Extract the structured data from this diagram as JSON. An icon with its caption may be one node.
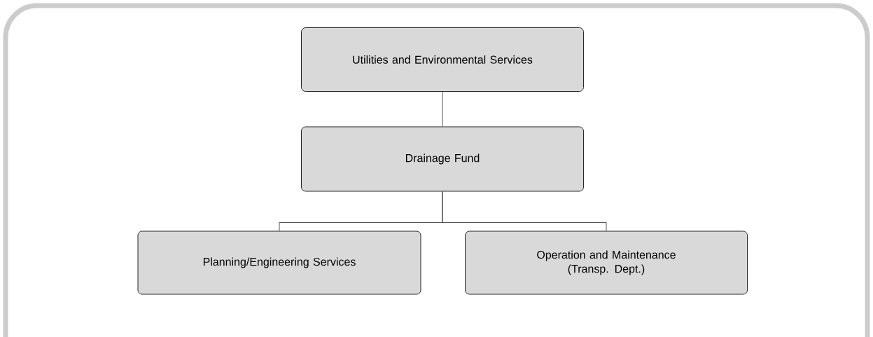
{
  "diagram": {
    "nodes": [
      {
        "text": [
          "Utilities and Environmental Services"
        ]
      },
      {
        "text": [
          "Drainage Fund"
        ]
      },
      {
        "text": [
          "Planning/Engineering Services"
        ]
      },
      {
        "text": [
          "Operation and Maintenance (Transp. Dept.)"
        ]
      }
    ],
    "edges": [
      {
        "from": 0,
        "to": 1,
        "arrow": "none"
      },
      {
        "from": 1,
        "to": 2,
        "arrow": "none"
      },
      {
        "from": 1,
        "to": 3,
        "arrow": "none"
      }
    ]
  }
}
